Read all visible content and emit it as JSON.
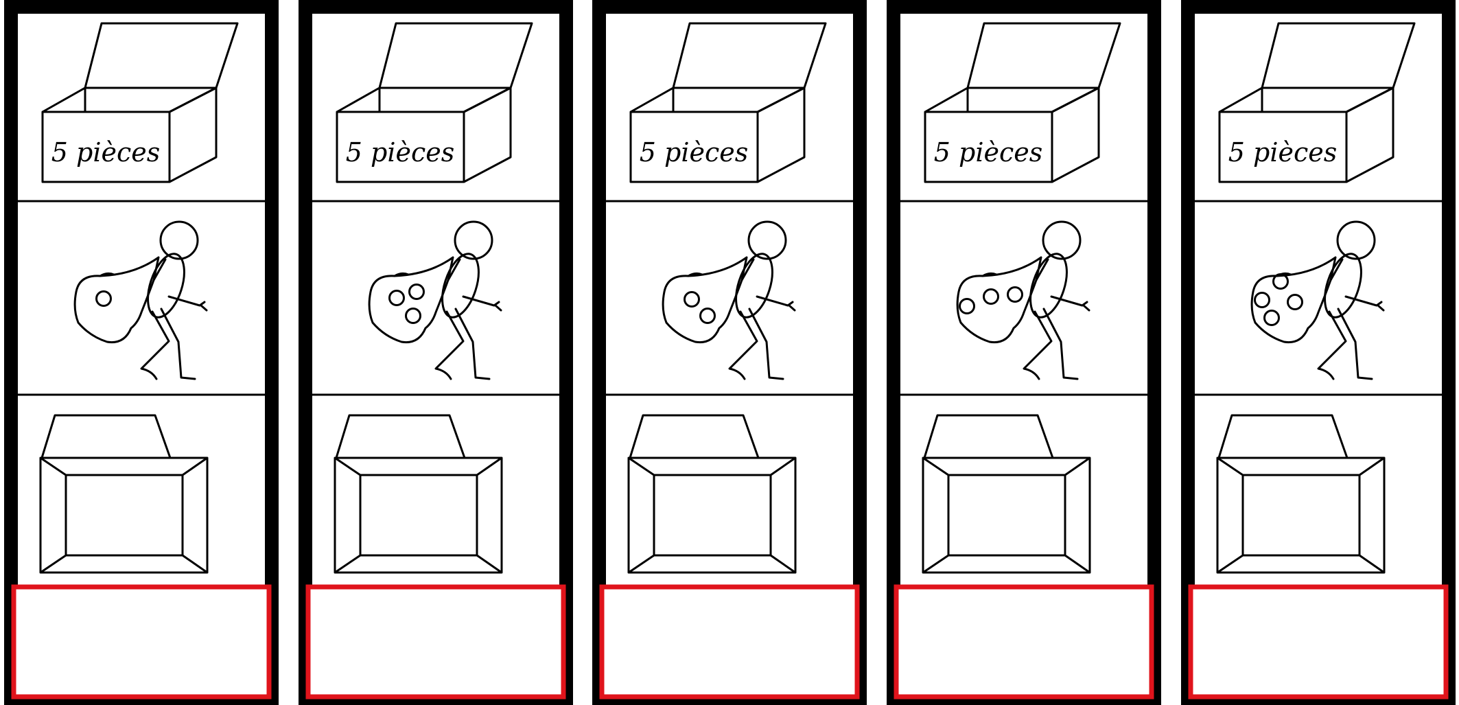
{
  "strips": [
    {
      "box_label": "5 pièces",
      "coins_in_bag": 1,
      "answer": ""
    },
    {
      "box_label": "5 pièces",
      "coins_in_bag": 3,
      "answer": ""
    },
    {
      "box_label": "5 pièces",
      "coins_in_bag": 2,
      "answer": ""
    },
    {
      "box_label": "5 pièces",
      "coins_in_bag": 3,
      "answer": ""
    },
    {
      "box_label": "5 pièces",
      "coins_in_bag": 4,
      "answer": ""
    }
  ],
  "colors": {
    "frame": "#000000",
    "answer_border": "#e0141c"
  }
}
